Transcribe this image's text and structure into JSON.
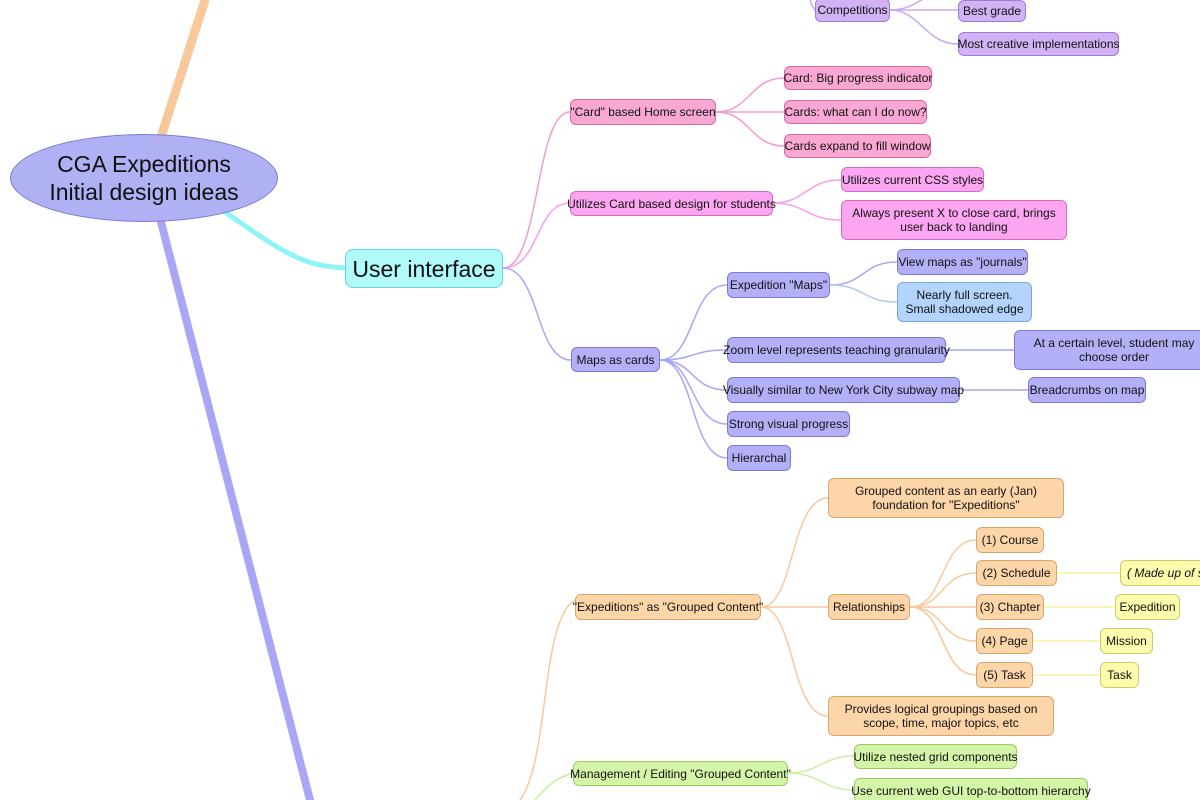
{
  "root": {
    "line1": "CGA Expeditions",
    "line2": "Initial design ideas"
  },
  "colors": {
    "ui_branch": "#7ff6f6",
    "root_branch_violet": "#a9a6f6",
    "root_branch_orange": "#f7c99a",
    "pink": "#f39bd0",
    "magenta": "#f79ef0",
    "violet": "#a9a6f6",
    "orange": "#f7c99a",
    "yellow": "#f7f3a0",
    "green": "#c7ef9a",
    "purple": "#cba8f0",
    "lightblue": "#a9c9f6"
  },
  "competitions": {
    "label": "Competitions",
    "children": [
      "Best grade",
      "Most creative implementations"
    ]
  },
  "user_interface": {
    "label": "User interface",
    "card_home": {
      "label": "\"Card\" based Home screen",
      "children": [
        "Card: Big progress indicator",
        "Cards: what can I do now?",
        "Cards expand to fill window"
      ]
    },
    "card_design": {
      "label": "Utilizes Card based design for students",
      "children": [
        "Utilizes current CSS styles",
        "Always present X to close card, brings user back to landing"
      ]
    },
    "maps_as_cards": {
      "label": "Maps as cards",
      "expedition_maps": {
        "label": "Expedition \"Maps\"",
        "children": [
          "View maps as \"journals\"",
          "Nearly full screen. Small shadowed edge"
        ]
      },
      "zoom": {
        "label": "Zoom level represents teaching granularity",
        "child": "At a certain level, student may choose order"
      },
      "subway": {
        "label": "Visually similar to New York City subway map",
        "child": "Breadcrumbs on map"
      },
      "strong_progress": "Strong visual progress",
      "hierarchal": "Hierarchal"
    }
  },
  "expeditions_grouped": {
    "label": "\"Expeditions\" as \"Grouped Content\"",
    "foundation": "Grouped content as an early (Jan) foundation for \"Expeditions\"",
    "relationships": {
      "label": "Relationships",
      "items": [
        "(1) Course",
        "(2) Schedule",
        "(3) Chapter",
        "(4) Page",
        "(5) Task"
      ],
      "notes": [
        "( Made up of se",
        "Expedition",
        "Mission",
        "Task"
      ]
    },
    "logical": "Provides logical groupings based on scope, time, major topics, etc"
  },
  "management": {
    "label": "Management / Editing \"Grouped Content\"",
    "children": [
      "Utilize nested grid components",
      "Use current web GUI top-to-bottom hierarchy"
    ]
  }
}
